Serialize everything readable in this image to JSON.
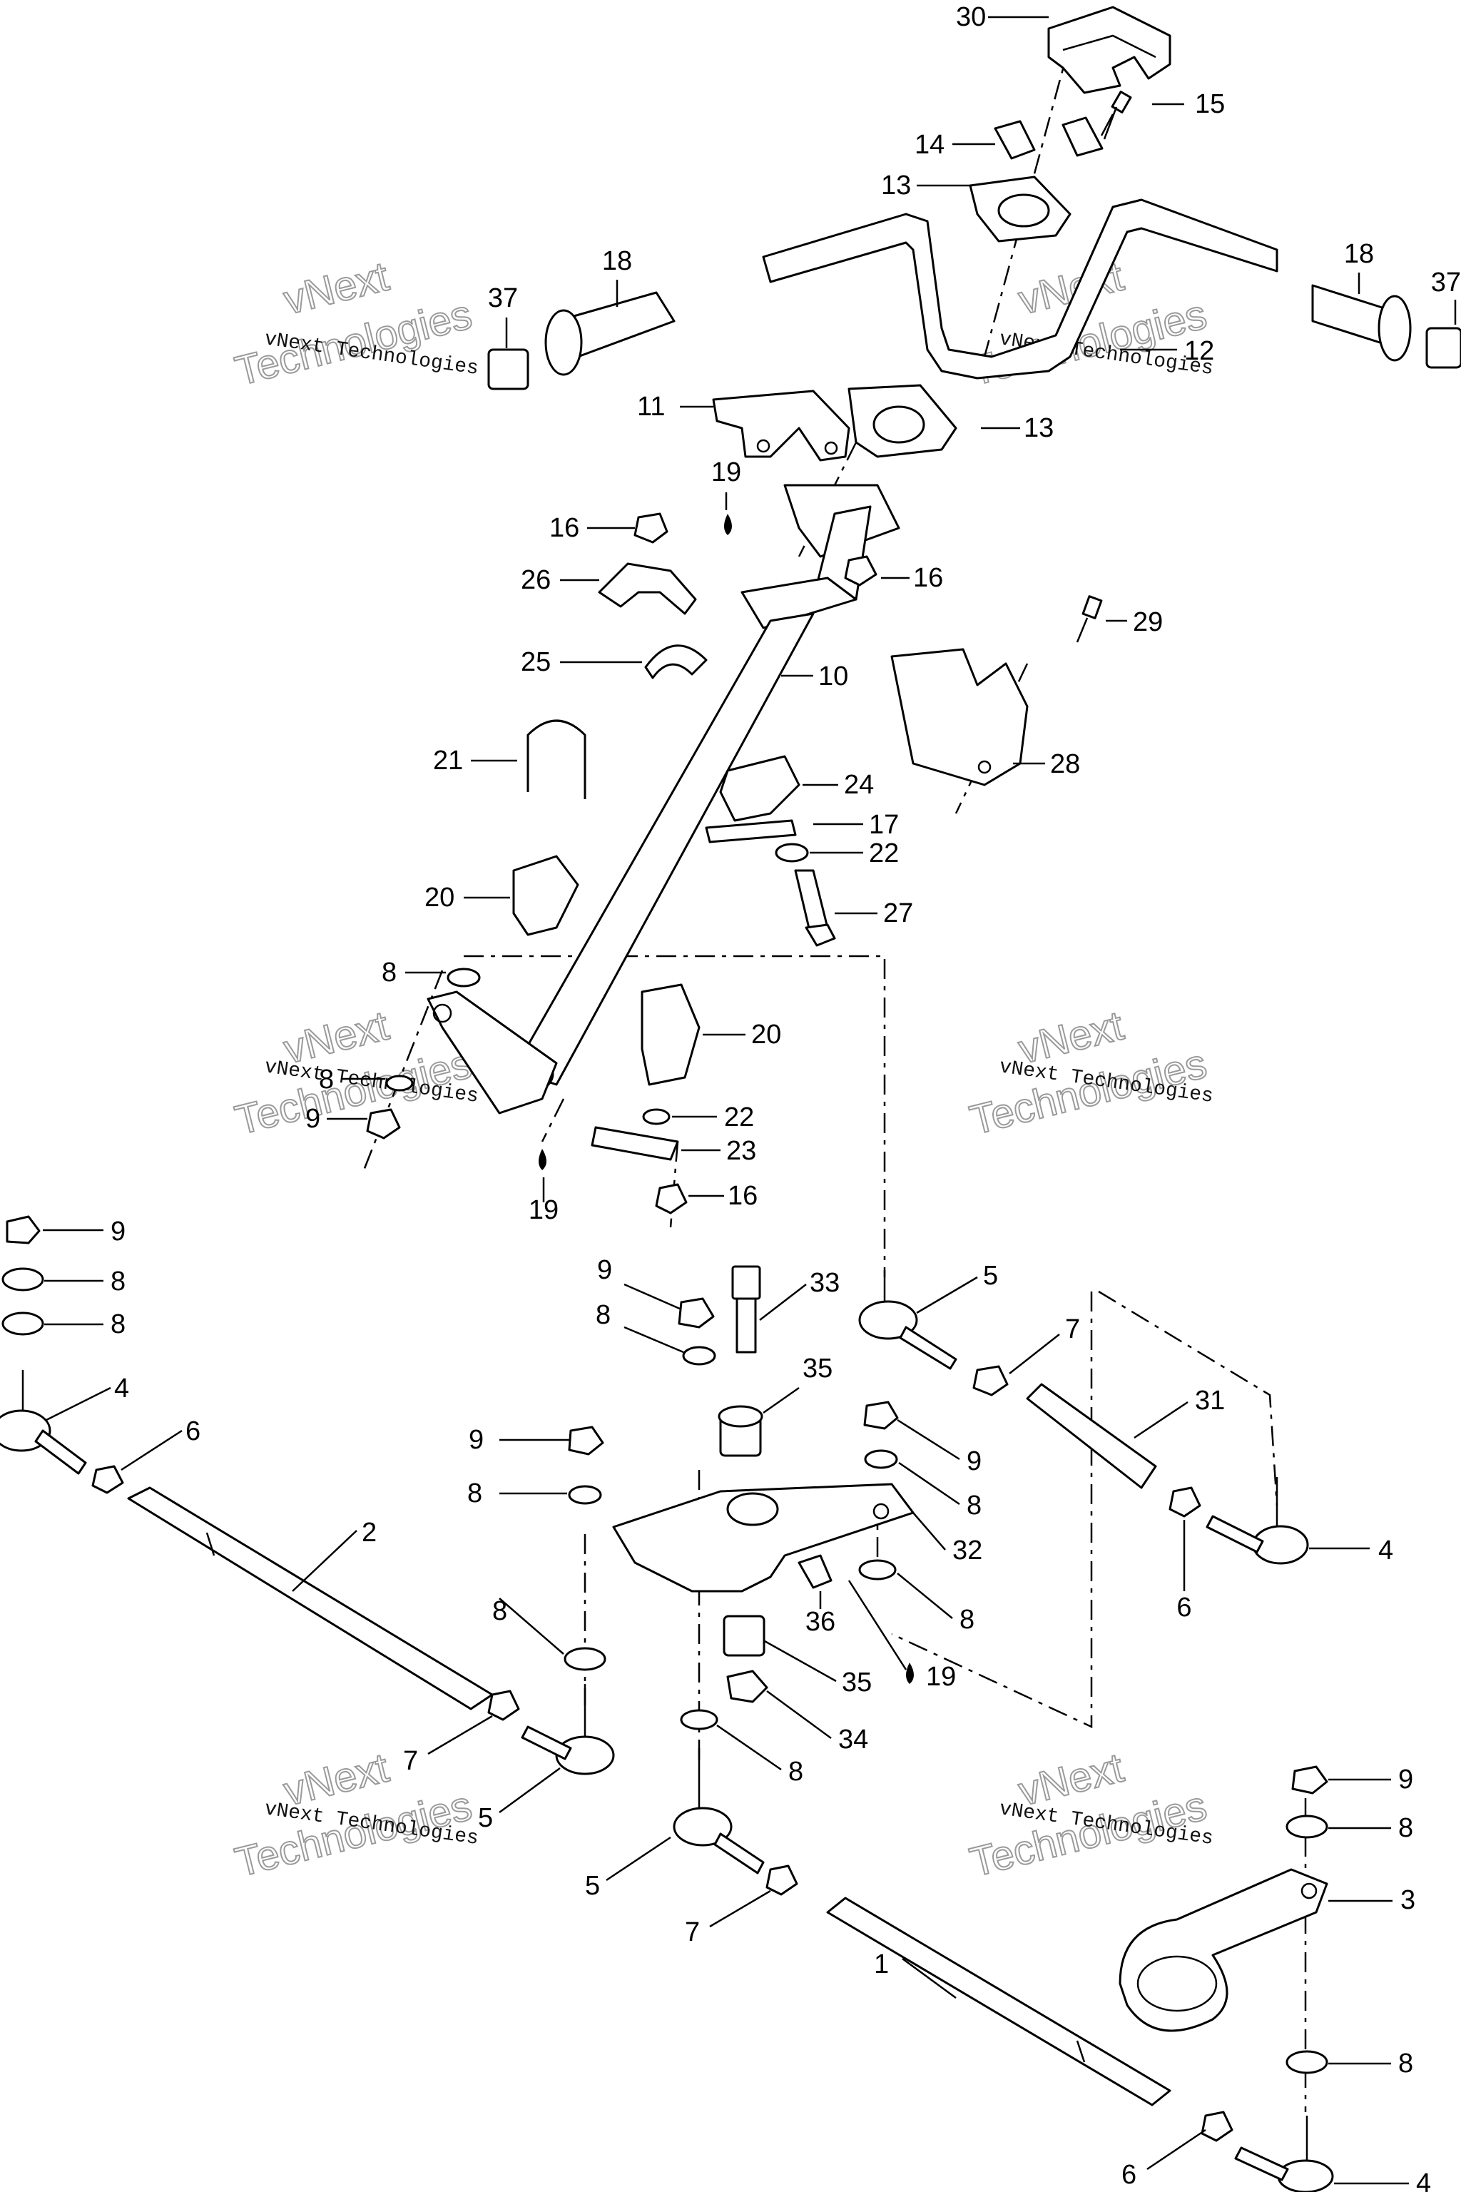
{
  "watermark": {
    "small": "vNext Technologies",
    "big_line1": "vNext",
    "big_line2": "Technologies"
  },
  "callouts": [
    {
      "id": "c30",
      "label": "30"
    },
    {
      "id": "c15",
      "label": "15"
    },
    {
      "id": "c14",
      "label": "14"
    },
    {
      "id": "c13a",
      "label": "13"
    },
    {
      "id": "c18a",
      "label": "18"
    },
    {
      "id": "c37a",
      "label": "37"
    },
    {
      "id": "c18b",
      "label": "18"
    },
    {
      "id": "c37b",
      "label": "37"
    },
    {
      "id": "c12",
      "label": "12"
    },
    {
      "id": "c11",
      "label": "11"
    },
    {
      "id": "c13b",
      "label": "13"
    },
    {
      "id": "c19a",
      "label": "19"
    },
    {
      "id": "c16a",
      "label": "16"
    },
    {
      "id": "c26",
      "label": "26"
    },
    {
      "id": "c16b",
      "label": "16"
    },
    {
      "id": "c29",
      "label": "29"
    },
    {
      "id": "c25",
      "label": "25"
    },
    {
      "id": "c10",
      "label": "10"
    },
    {
      "id": "c28",
      "label": "28"
    },
    {
      "id": "c21",
      "label": "21"
    },
    {
      "id": "c24",
      "label": "24"
    },
    {
      "id": "c17",
      "label": "17"
    },
    {
      "id": "c22a",
      "label": "22"
    },
    {
      "id": "c20a",
      "label": "20"
    },
    {
      "id": "c27",
      "label": "27"
    },
    {
      "id": "c8a",
      "label": "8"
    },
    {
      "id": "c20b",
      "label": "20"
    },
    {
      "id": "c8b",
      "label": "8"
    },
    {
      "id": "c9a",
      "label": "9"
    },
    {
      "id": "c22b",
      "label": "22"
    },
    {
      "id": "c23",
      "label": "23"
    },
    {
      "id": "c19b",
      "label": "19"
    },
    {
      "id": "c16c",
      "label": "16"
    },
    {
      "id": "c9b",
      "label": "9"
    },
    {
      "id": "c8c",
      "label": "8"
    },
    {
      "id": "c8d",
      "label": "8"
    },
    {
      "id": "c4a",
      "label": "4"
    },
    {
      "id": "c6a",
      "label": "6"
    },
    {
      "id": "c9c",
      "label": "9"
    },
    {
      "id": "c33",
      "label": "33"
    },
    {
      "id": "c5a",
      "label": "5"
    },
    {
      "id": "c8e",
      "label": "8"
    },
    {
      "id": "c7a",
      "label": "7"
    },
    {
      "id": "c35a",
      "label": "35"
    },
    {
      "id": "c31",
      "label": "31"
    },
    {
      "id": "c9d",
      "label": "9"
    },
    {
      "id": "c9e",
      "label": "9"
    },
    {
      "id": "c8f",
      "label": "8"
    },
    {
      "id": "c8g",
      "label": "8"
    },
    {
      "id": "c2",
      "label": "2"
    },
    {
      "id": "c32",
      "label": "32"
    },
    {
      "id": "c4b",
      "label": "4"
    },
    {
      "id": "c36",
      "label": "36"
    },
    {
      "id": "c6b",
      "label": "6"
    },
    {
      "id": "c8h",
      "label": "8"
    },
    {
      "id": "c8i",
      "label": "8"
    },
    {
      "id": "c19c",
      "label": "19"
    },
    {
      "id": "c35b",
      "label": "35"
    },
    {
      "id": "c7b",
      "label": "7"
    },
    {
      "id": "c34",
      "label": "34"
    },
    {
      "id": "c5b",
      "label": "5"
    },
    {
      "id": "c8j",
      "label": "8"
    },
    {
      "id": "c9f",
      "label": "9"
    },
    {
      "id": "c8k",
      "label": "8"
    },
    {
      "id": "c3",
      "label": "3"
    },
    {
      "id": "c5c",
      "label": "5"
    },
    {
      "id": "c7c",
      "label": "7"
    },
    {
      "id": "c1",
      "label": "1"
    },
    {
      "id": "c8l",
      "label": "8"
    },
    {
      "id": "c6c",
      "label": "6"
    },
    {
      "id": "c4c",
      "label": "4"
    }
  ]
}
